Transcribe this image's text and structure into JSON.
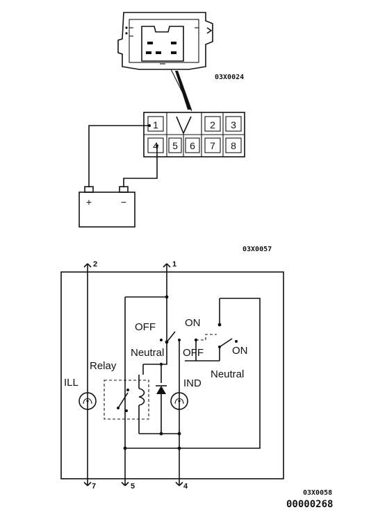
{
  "figure_codes": {
    "connector_view": "03X0024",
    "test_setup": "03X0057",
    "circuit": "03X0058",
    "page_number": "00000268"
  },
  "connector": {
    "pins_top": [
      "1",
      "",
      "2",
      "3"
    ],
    "pins_bottom": [
      "4",
      "5",
      "6",
      "7",
      "8"
    ]
  },
  "battery": {
    "positive": "+",
    "negative": "−"
  },
  "circuit": {
    "terminals": [
      "2",
      "1",
      "7",
      "5",
      "4"
    ],
    "labels": {
      "ill": "ILL",
      "relay": "Relay",
      "ind": "IND",
      "off_left": "OFF",
      "neutral_left": "Neutral",
      "on_top": "ON",
      "off_right": "OFF",
      "on_right": "ON",
      "neutral_right": "Neutral"
    }
  }
}
